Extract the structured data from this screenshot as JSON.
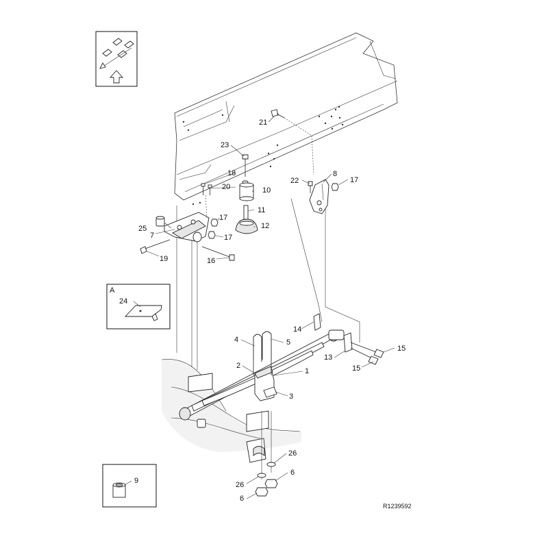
{
  "diagram": {
    "reference_code": "R1239592",
    "inset_a_letter": "A",
    "callouts": [
      {
        "id": "c1",
        "text": "1"
      },
      {
        "id": "c2",
        "text": "2"
      },
      {
        "id": "c3",
        "text": "3"
      },
      {
        "id": "c4",
        "text": "4"
      },
      {
        "id": "c5",
        "text": "5"
      },
      {
        "id": "c6a",
        "text": "6"
      },
      {
        "id": "c6b",
        "text": "6"
      },
      {
        "id": "c7",
        "text": "7"
      },
      {
        "id": "c8",
        "text": "8"
      },
      {
        "id": "c9",
        "text": "9"
      },
      {
        "id": "c10",
        "text": "10"
      },
      {
        "id": "c11",
        "text": "11"
      },
      {
        "id": "c12",
        "text": "12"
      },
      {
        "id": "c13",
        "text": "13"
      },
      {
        "id": "c14",
        "text": "14"
      },
      {
        "id": "c15a",
        "text": "15"
      },
      {
        "id": "c15b",
        "text": "15"
      },
      {
        "id": "c16",
        "text": "16"
      },
      {
        "id": "c17a",
        "text": "17"
      },
      {
        "id": "c17b",
        "text": "17"
      },
      {
        "id": "c17c",
        "text": "17"
      },
      {
        "id": "c18",
        "text": "18"
      },
      {
        "id": "c19",
        "text": "19"
      },
      {
        "id": "c20",
        "text": "20"
      },
      {
        "id": "c21",
        "text": "21"
      },
      {
        "id": "c22",
        "text": "22"
      },
      {
        "id": "c23",
        "text": "23"
      },
      {
        "id": "c24",
        "text": "24"
      },
      {
        "id": "c25",
        "text": "25"
      },
      {
        "id": "c26a",
        "text": "26"
      },
      {
        "id": "c26b",
        "text": "26"
      }
    ]
  }
}
